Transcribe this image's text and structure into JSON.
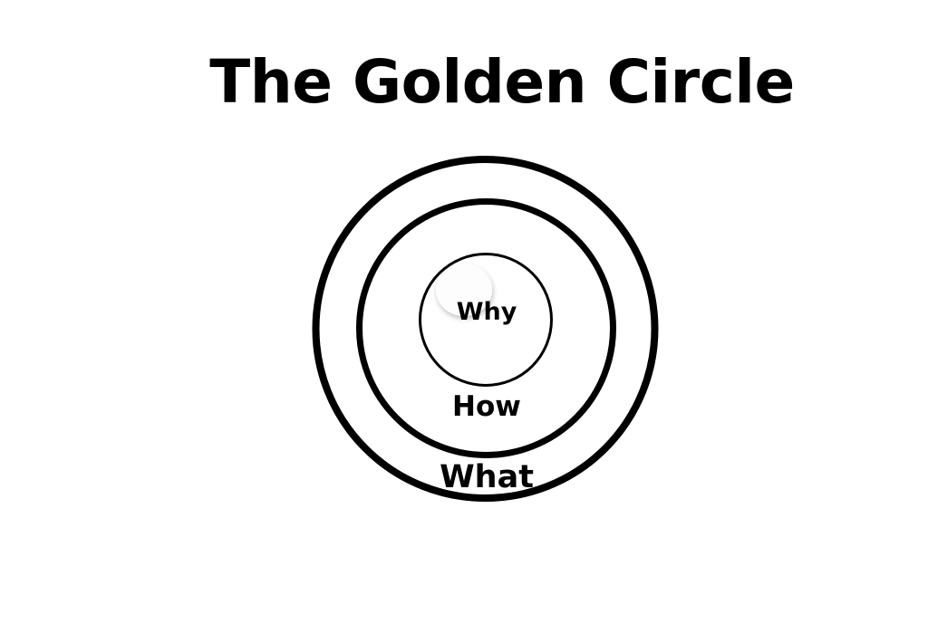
{
  "title": "The Golden Circle",
  "diagram": {
    "type": "concentric-circles",
    "rings": [
      {
        "id": "outer",
        "label": "What"
      },
      {
        "id": "middle",
        "label": "How"
      },
      {
        "id": "inner",
        "label": "Why"
      }
    ],
    "colors": {
      "stroke": "#000000",
      "background": "#ffffff",
      "text": "#000000"
    }
  }
}
